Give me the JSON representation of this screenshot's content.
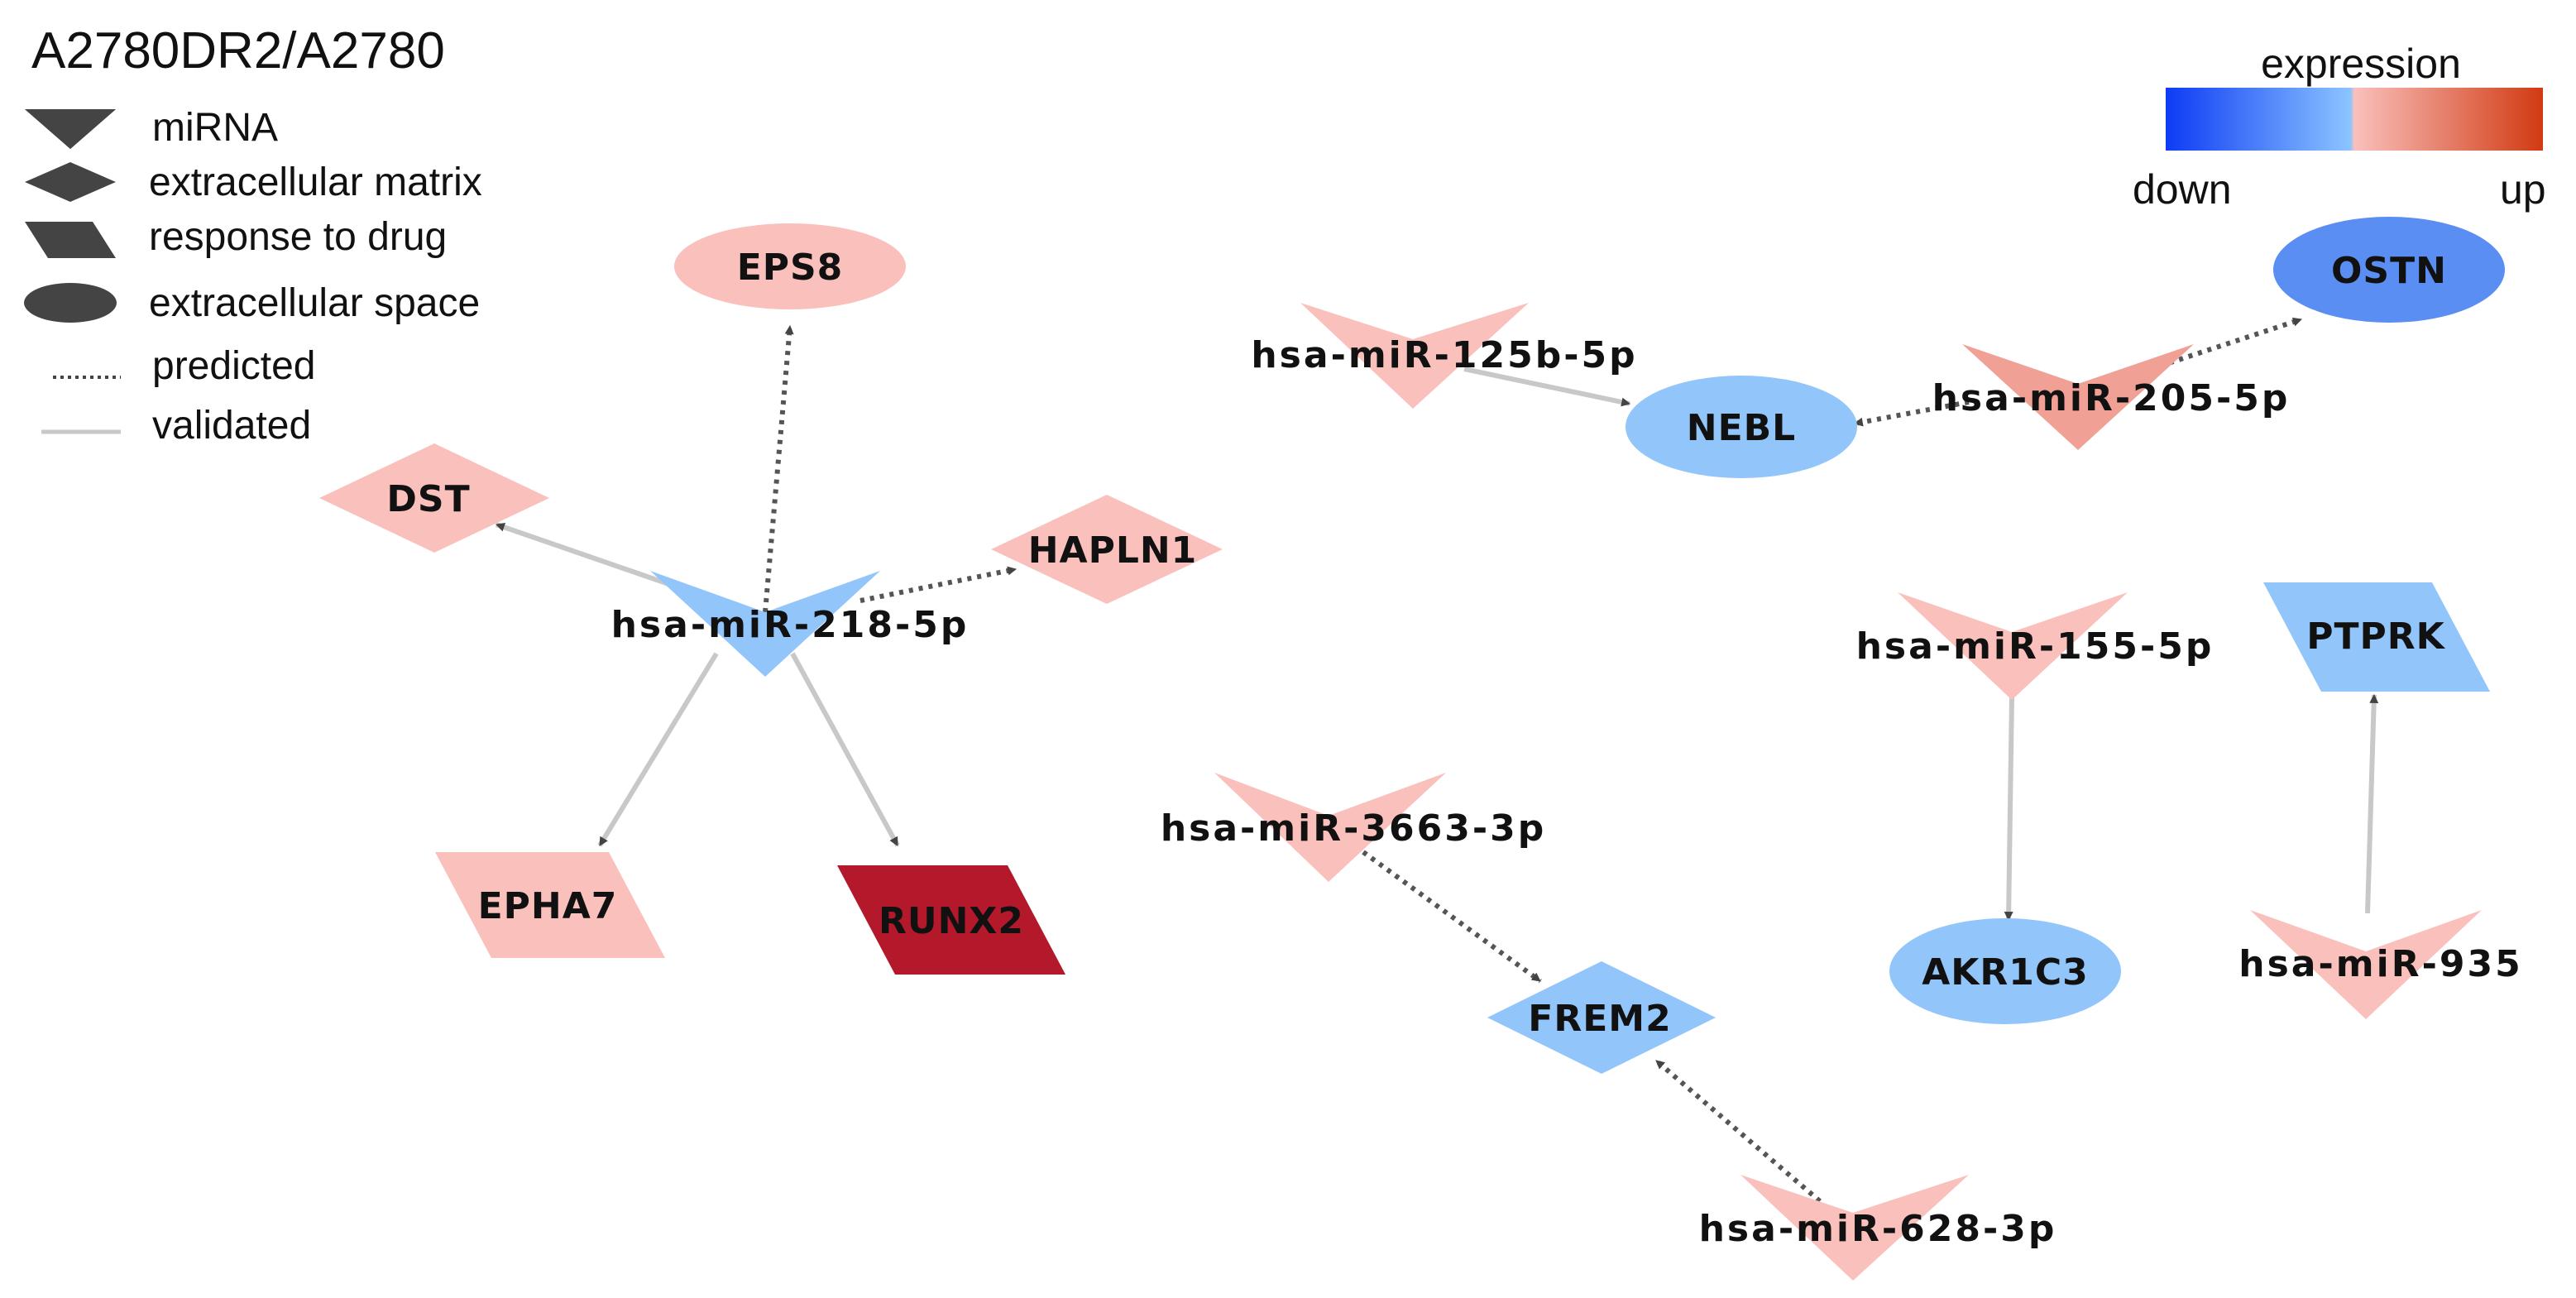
{
  "title": "A2780DR2/A2780",
  "legend": {
    "items": [
      {
        "shape": "v",
        "label": "miRNA"
      },
      {
        "shape": "diamond",
        "label": "extracellular matrix"
      },
      {
        "shape": "parallelogram",
        "label": "response to drug"
      },
      {
        "shape": "ellipse",
        "label": "extracellular space"
      },
      {
        "shape": "dotted-line",
        "label": "predicted"
      },
      {
        "shape": "solid-line",
        "label": "validated"
      }
    ]
  },
  "scale": {
    "title": "expression",
    "low_label": "down",
    "high_label": "up",
    "colors": [
      "#0d3bf5",
      "#8cc4ff",
      "#f9c0bc",
      "#d13a12"
    ]
  },
  "colors": {
    "up_light": "#f9c0bc",
    "up_medium": "#f0a095",
    "up_strong": "#b3182b",
    "down_light": "#92c5fa",
    "down_strong": "#5a8ef2",
    "edge_predicted": "#555555",
    "edge_validated": "#c8c8c8",
    "arrow": "#444444"
  },
  "nodes": [
    {
      "id": "mir218",
      "label": "hsa-miR-218-5p",
      "shape": "v",
      "color": "#92c5fa"
    },
    {
      "id": "eps8",
      "label": "EPS8",
      "shape": "ellipse",
      "color": "#f9c0bc"
    },
    {
      "id": "dst",
      "label": "DST",
      "shape": "diamond",
      "color": "#f9c0bc"
    },
    {
      "id": "hapln1",
      "label": "HAPLN1",
      "shape": "diamond",
      "color": "#f9c0bc"
    },
    {
      "id": "epha7",
      "label": "EPHA7",
      "shape": "parallelogram",
      "color": "#f9c0bc"
    },
    {
      "id": "runx2",
      "label": "RUNX2",
      "shape": "parallelogram",
      "color": "#b3182b"
    },
    {
      "id": "mir125b",
      "label": "hsa-miR-125b-5p",
      "shape": "v",
      "color": "#f9c0bc"
    },
    {
      "id": "nebl",
      "label": "NEBL",
      "shape": "ellipse",
      "color": "#92c5fa"
    },
    {
      "id": "mir205",
      "label": "hsa-miR-205-5p",
      "shape": "v",
      "color": "#f0a095"
    },
    {
      "id": "ostn",
      "label": "OSTN",
      "shape": "ellipse",
      "color": "#5a8ef2"
    },
    {
      "id": "mir155",
      "label": "hsa-miR-155-5p",
      "shape": "v",
      "color": "#f9c0bc"
    },
    {
      "id": "akr1c3",
      "label": "AKR1C3",
      "shape": "ellipse",
      "color": "#92c5fa"
    },
    {
      "id": "ptprk",
      "label": "PTPRK",
      "shape": "parallelogram",
      "color": "#92c5fa"
    },
    {
      "id": "mir935",
      "label": "hsa-miR-935",
      "shape": "v",
      "color": "#f9c0bc"
    },
    {
      "id": "mir3663",
      "label": "hsa-miR-3663-3p",
      "shape": "v",
      "color": "#f9c0bc"
    },
    {
      "id": "frem2",
      "label": "FREM2",
      "shape": "diamond",
      "color": "#92c5fa"
    },
    {
      "id": "mir628",
      "label": "hsa-miR-628-3p",
      "shape": "v",
      "color": "#f9c0bc"
    }
  ],
  "edges": [
    {
      "from": "mir218",
      "to": "eps8",
      "type": "predicted"
    },
    {
      "from": "mir218",
      "to": "dst",
      "type": "validated"
    },
    {
      "from": "mir218",
      "to": "hapln1",
      "type": "predicted"
    },
    {
      "from": "mir218",
      "to": "epha7",
      "type": "validated"
    },
    {
      "from": "mir218",
      "to": "runx2",
      "type": "validated"
    },
    {
      "from": "mir125b",
      "to": "nebl",
      "type": "validated"
    },
    {
      "from": "mir205",
      "to": "nebl",
      "type": "predicted"
    },
    {
      "from": "mir205",
      "to": "ostn",
      "type": "predicted"
    },
    {
      "from": "mir155",
      "to": "akr1c3",
      "type": "validated"
    },
    {
      "from": "mir935",
      "to": "ptprk",
      "type": "validated"
    },
    {
      "from": "mir3663",
      "to": "frem2",
      "type": "predicted"
    },
    {
      "from": "mir628",
      "to": "frem2",
      "type": "predicted"
    }
  ]
}
